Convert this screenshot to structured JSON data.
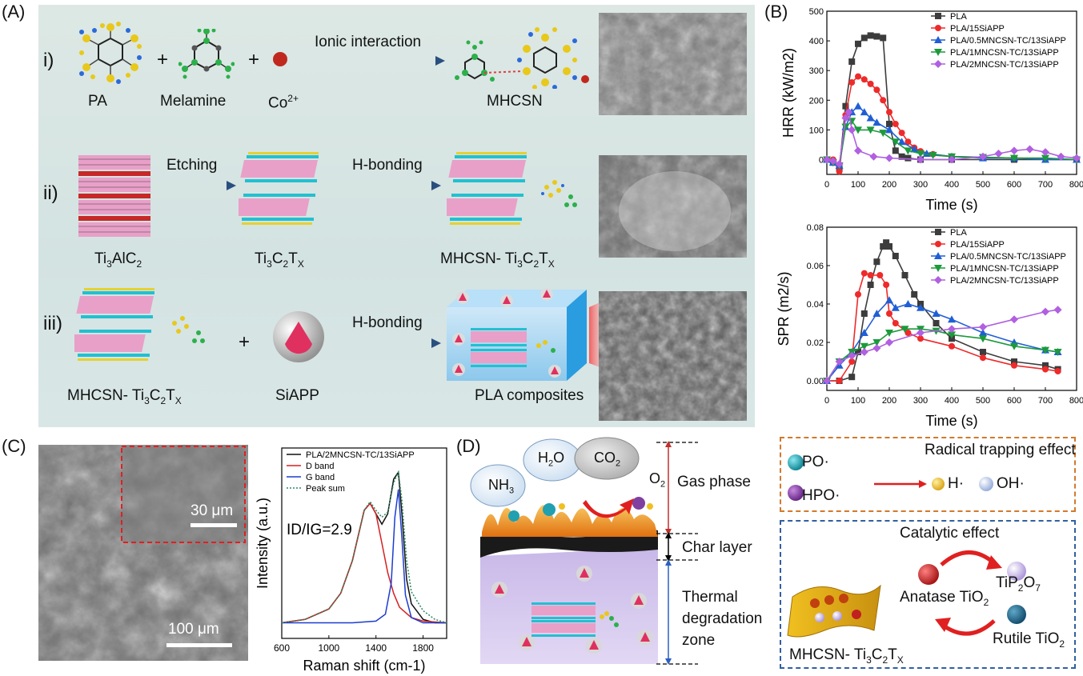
{
  "panel_labels": {
    "a": "(A)",
    "b": "(B)",
    "c": "(C)",
    "d": "(D)"
  },
  "panel_a": {
    "rows": [
      "i)",
      "ii)",
      "iii)"
    ],
    "row1": {
      "pa": "PA",
      "melamine": "Melamine",
      "co": "Co",
      "co_sup": "2+",
      "arrow": "Ionic interaction",
      "product": "MHCSN"
    },
    "row2": {
      "ti3alc2": "Ti3AlC2",
      "etching": "Etching",
      "ti3c2tx": "Ti3C2TX",
      "hbond": "H-bonding",
      "product": "MHCSN- Ti3C2TX"
    },
    "row3": {
      "mhcsn": "MHCSN- Ti3C2TX",
      "siapp": "SiAPP",
      "hbond": "H-bonding",
      "product": "PLA composites"
    },
    "plus": "+"
  },
  "panel_c": {
    "scale_inset": "30 μm",
    "scale_main": "100 μm"
  },
  "panel_d": {
    "gas": "Gas phase",
    "char": "Char layer",
    "thermal1": "Thermal",
    "thermal2": "degradation",
    "thermal3": "zone",
    "nh3": "NH3",
    "h2o": "H2O",
    "co2": "CO2",
    "o2": "O2",
    "radical_title": "Radical trapping effect",
    "po": "PO·",
    "hpo": "HPO·",
    "h": "H·",
    "oh": "OH·",
    "catalytic_title": "Catalytic effect",
    "anatase": "Anatase TiO2",
    "tip2o7": "TiP2O7",
    "rutile": "Rutile TiO2",
    "mhcsn": "MHCSN- Ti3C2TX"
  },
  "colors": {
    "pla": "#3c3c3c",
    "s15": "#ee2a2a",
    "s05": "#1f5fd6",
    "s1": "#1c9a3c",
    "s2": "#b060e0",
    "d_band": "#d62020",
    "g_band": "#1c3cd0",
    "peak_sum": "#2a8a60"
  },
  "chart_data": [
    {
      "type": "line",
      "ylabel": "HRR (kW/m2)",
      "xlabel": "Time (s)",
      "xlim": [
        0,
        800
      ],
      "ylim": [
        -50,
        500
      ],
      "xticks": [
        0,
        100,
        200,
        300,
        400,
        500,
        600,
        700,
        800
      ],
      "yticks": [
        0,
        100,
        200,
        300,
        400,
        500
      ],
      "legend": "top-right",
      "series": [
        {
          "name": "PLA",
          "color": "#3c3c3c",
          "marker": "square",
          "x": [
            0,
            20,
            40,
            60,
            80,
            100,
            120,
            140,
            160,
            180,
            200,
            220,
            240,
            260,
            300,
            400,
            600,
            800
          ],
          "y": [
            0,
            -10,
            -30,
            180,
            330,
            390,
            410,
            418,
            415,
            410,
            120,
            30,
            10,
            5,
            0,
            0,
            0,
            0
          ]
        },
        {
          "name": "PLA/15SiAPP",
          "color": "#ee2a2a",
          "marker": "circle",
          "x": [
            0,
            20,
            40,
            60,
            80,
            100,
            120,
            140,
            160,
            180,
            200,
            220,
            240,
            260,
            280,
            300,
            340,
            400,
            600,
            800
          ],
          "y": [
            0,
            0,
            -40,
            150,
            260,
            280,
            270,
            255,
            235,
            200,
            160,
            120,
            90,
            60,
            40,
            28,
            18,
            10,
            5,
            0
          ]
        },
        {
          "name": "PLA/0.5MNCSN-TC/13SiAPP",
          "color": "#1f5fd6",
          "marker": "triangle",
          "x": [
            0,
            20,
            40,
            60,
            80,
            100,
            120,
            140,
            160,
            200,
            240,
            280,
            320,
            400,
            500,
            600,
            700,
            800
          ],
          "y": [
            0,
            -10,
            -20,
            110,
            160,
            180,
            160,
            140,
            125,
            100,
            60,
            35,
            20,
            10,
            5,
            5,
            0,
            0
          ]
        },
        {
          "name": "PLA/1MNCSN-TC/13SiAPP",
          "color": "#1c9a3c",
          "marker": "triangle-down",
          "x": [
            0,
            20,
            40,
            60,
            80,
            100,
            140,
            180,
            220,
            260,
            300,
            340,
            400,
            500,
            600,
            700,
            800
          ],
          "y": [
            0,
            -10,
            -20,
            110,
            130,
            100,
            100,
            90,
            60,
            30,
            20,
            15,
            10,
            8,
            5,
            5,
            0
          ]
        },
        {
          "name": "PLA/2MNCSN-TC/13SiAPP",
          "color": "#b060e0",
          "marker": "diamond",
          "x": [
            0,
            20,
            40,
            60,
            70,
            80,
            100,
            150,
            200,
            300,
            400,
            500,
            550,
            600,
            650,
            700,
            750,
            800
          ],
          "y": [
            0,
            -5,
            -15,
            140,
            160,
            100,
            30,
            10,
            5,
            0,
            0,
            10,
            20,
            30,
            35,
            25,
            10,
            5
          ]
        }
      ]
    },
    {
      "type": "line",
      "ylabel": "SPR (m2/s)",
      "xlabel": "Time (s)",
      "xlim": [
        0,
        800
      ],
      "ylim": [
        -0.005,
        0.08
      ],
      "xticks": [
        0,
        100,
        200,
        300,
        400,
        500,
        600,
        700,
        800
      ],
      "yticks": [
        0.0,
        0.02,
        0.04,
        0.06,
        0.08
      ],
      "ytick_labels": [
        "0.00",
        "0.02",
        "0.04",
        "0.06",
        "0.08"
      ],
      "legend": "top-right",
      "series": [
        {
          "name": "PLA",
          "color": "#3c3c3c",
          "marker": "square",
          "x": [
            0,
            40,
            80,
            100,
            120,
            140,
            160,
            180,
            190,
            200,
            220,
            250,
            280,
            300,
            350,
            400,
            500,
            600,
            700,
            740
          ],
          "y": [
            0,
            0,
            0.002,
            0.015,
            0.035,
            0.05,
            0.062,
            0.07,
            0.072,
            0.07,
            0.065,
            0.055,
            0.045,
            0.04,
            0.03,
            0.022,
            0.015,
            0.01,
            0.008,
            0.006
          ]
        },
        {
          "name": "PLA/15SiAPP",
          "color": "#ee2a2a",
          "marker": "circle",
          "x": [
            0,
            40,
            80,
            100,
            120,
            140,
            170,
            190,
            200,
            220,
            260,
            300,
            400,
            500,
            600,
            700,
            740
          ],
          "y": [
            0,
            0,
            0.01,
            0.045,
            0.056,
            0.055,
            0.055,
            0.05,
            0.035,
            0.03,
            0.025,
            0.022,
            0.018,
            0.012,
            0.008,
            0.006,
            0.005
          ]
        },
        {
          "name": "PLA/0.5MNCSN-TC/13SiAPP",
          "color": "#1f5fd6",
          "marker": "triangle",
          "x": [
            0,
            40,
            80,
            120,
            160,
            200,
            220,
            260,
            300,
            350,
            400,
            500,
            600,
            700,
            740
          ],
          "y": [
            0,
            0.008,
            0.015,
            0.025,
            0.035,
            0.042,
            0.038,
            0.04,
            0.038,
            0.035,
            0.032,
            0.025,
            0.02,
            0.016,
            0.015
          ]
        },
        {
          "name": "PLA/1MNCSN-TC/13SiAPP",
          "color": "#1c9a3c",
          "marker": "triangle-down",
          "x": [
            0,
            40,
            80,
            120,
            160,
            200,
            250,
            300,
            350,
            400,
            500,
            600,
            700,
            740
          ],
          "y": [
            0,
            0.01,
            0.015,
            0.018,
            0.02,
            0.025,
            0.027,
            0.027,
            0.026,
            0.024,
            0.022,
            0.018,
            0.016,
            0.015
          ]
        },
        {
          "name": "PLA/2MNCSN-TC/13SiAPP",
          "color": "#b060e0",
          "marker": "diamond",
          "x": [
            0,
            40,
            80,
            120,
            160,
            200,
            300,
            400,
            500,
            600,
            700,
            740
          ],
          "y": [
            0,
            0.01,
            0.013,
            0.015,
            0.017,
            0.02,
            0.025,
            0.027,
            0.028,
            0.032,
            0.036,
            0.037
          ]
        }
      ]
    },
    {
      "type": "line",
      "ylabel": "Intensity (a.u.)",
      "xlabel": "Raman shift (cm-1)",
      "xlim": [
        600,
        2000
      ],
      "ylim": [
        0,
        1.1
      ],
      "xticks": [
        600,
        1000,
        1400,
        1800
      ],
      "annotation": "ID/IG=2.9",
      "legend": "top-left",
      "series": [
        {
          "name": "PLA/2MNCSN-TC/13SiAPP",
          "color": "#111111",
          "style": "solid",
          "x": [
            600,
            800,
            1000,
            1100,
            1200,
            1300,
            1350,
            1400,
            1450,
            1500,
            1550,
            1590,
            1620,
            1660,
            1700,
            1800,
            1900,
            2000
          ],
          "y": [
            0.09,
            0.11,
            0.17,
            0.26,
            0.45,
            0.74,
            0.78,
            0.72,
            0.66,
            0.72,
            0.92,
            0.96,
            0.72,
            0.34,
            0.2,
            0.11,
            0.09,
            0.09
          ]
        },
        {
          "name": "D band",
          "color": "#d62020",
          "style": "solid",
          "x": [
            600,
            800,
            1000,
            1100,
            1200,
            1300,
            1350,
            1400,
            1450,
            1500,
            1550,
            1600,
            1700,
            1800,
            2000
          ],
          "y": [
            0.09,
            0.11,
            0.17,
            0.26,
            0.45,
            0.74,
            0.78,
            0.72,
            0.55,
            0.38,
            0.26,
            0.18,
            0.12,
            0.1,
            0.09
          ]
        },
        {
          "name": "G band",
          "color": "#1c3cd0",
          "style": "solid",
          "x": [
            600,
            1200,
            1400,
            1480,
            1530,
            1560,
            1590,
            1620,
            1650,
            1700,
            1800,
            2000
          ],
          "y": [
            0.09,
            0.09,
            0.1,
            0.14,
            0.32,
            0.7,
            0.86,
            0.58,
            0.25,
            0.12,
            0.09,
            0.09
          ]
        },
        {
          "name": "Peak sum",
          "color": "#2a8a60",
          "style": "dotted",
          "x": [
            600,
            800,
            1000,
            1100,
            1200,
            1300,
            1350,
            1400,
            1450,
            1500,
            1550,
            1590,
            1620,
            1660,
            1700,
            1800,
            1900,
            2000
          ],
          "y": [
            0.09,
            0.11,
            0.17,
            0.26,
            0.45,
            0.74,
            0.79,
            0.74,
            0.7,
            0.73,
            0.9,
            0.96,
            0.8,
            0.45,
            0.27,
            0.16,
            0.11,
            0.09
          ]
        }
      ]
    }
  ]
}
